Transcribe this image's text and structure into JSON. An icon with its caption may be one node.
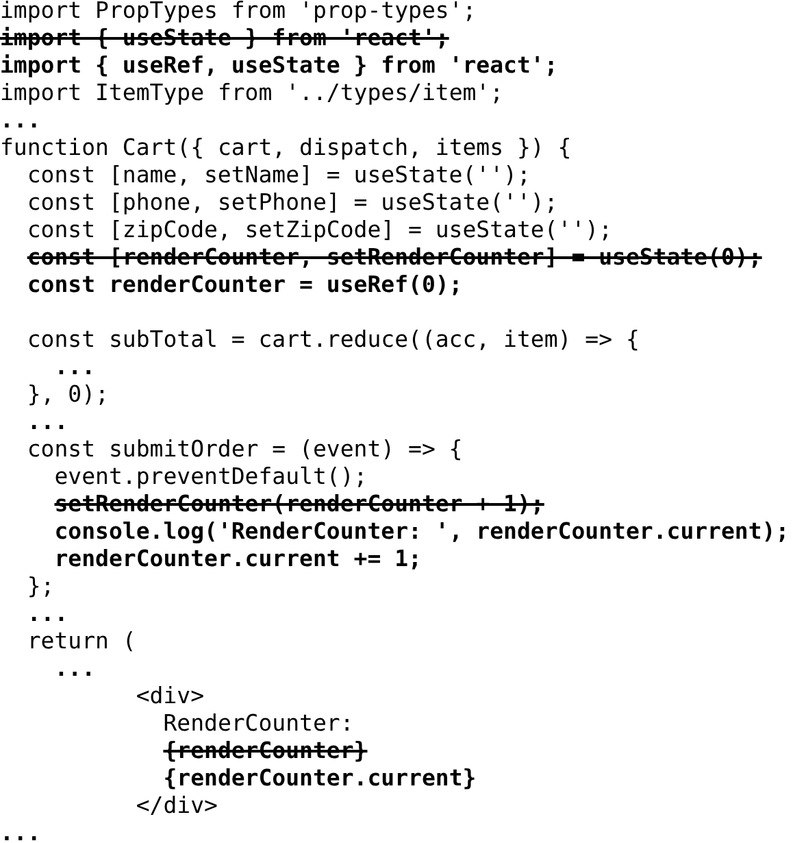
{
  "diagram": {
    "labels": [
      "import PropTypes from 'prop-types';",
      "import { useState } from 'react';",
      "import { useRef, useState } from 'react';",
      "import ItemType from '../types/item';",
      "...",
      "function Cart({ cart, dispatch, items }) {",
      "const [name, setName] = useState('');",
      "const [phone, setPhone] = useState('');",
      "const [zipCode, setZipCode] = useState('');",
      "const [renderCounter, setRenderCounter] = useState(0);",
      "const renderCounter = useRef(0);",
      "const subTotal = cart.reduce((acc, item) => {",
      "...",
      "}, 0);",
      "...",
      "const submitOrder = (event) => {",
      "event.preventDefault();",
      "setRenderCounter(renderCounter + 1);",
      "console.log('RenderCounter: ', renderCounter.current);",
      "renderCounter.current += 1;",
      "};",
      "...",
      "return (",
      "...",
      "<div>",
      "RenderCounter:",
      "{renderCounter}",
      "{renderCounter.current}",
      "</div>",
      "..."
    ]
  }
}
